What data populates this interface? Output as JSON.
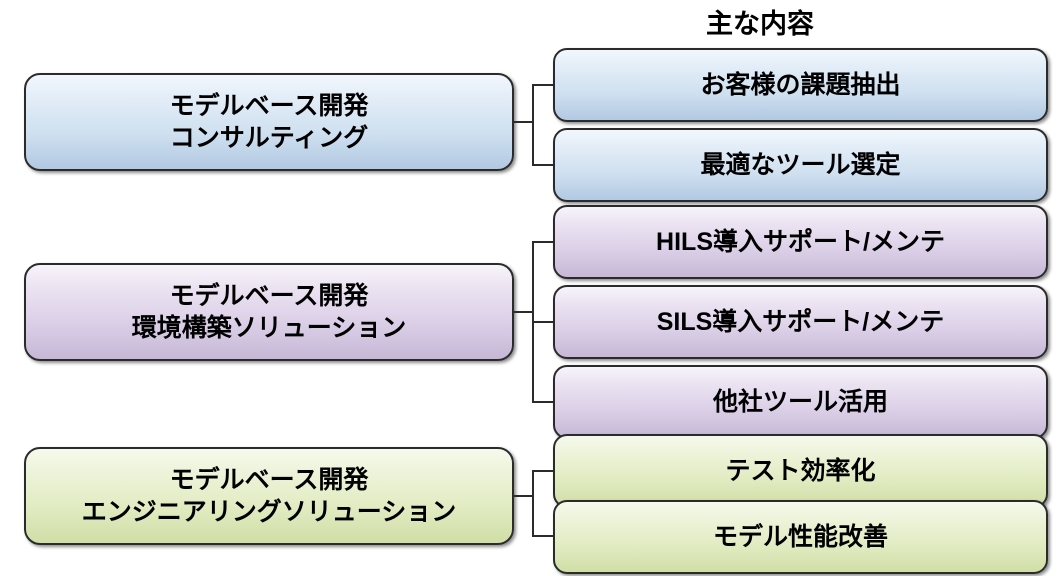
{
  "diagram": {
    "title_main": "主な内容",
    "colors": {
      "blue_top": "#f2f7fc",
      "blue_bottom": "#b2c9e2",
      "purple_top": "#f7f4fa",
      "purple_bottom": "#c6b8d6",
      "green_top": "#f6f9ec",
      "green_bottom": "#d0dea7",
      "outline": "#2b2b2b",
      "text": "#000000",
      "background": "#ffffff"
    },
    "groups": [
      {
        "id": "consulting",
        "theme": "blue",
        "category_label": "モデルベース開発\nコンサルティング",
        "details": [
          {
            "label": "お客様の課題抽出"
          },
          {
            "label": "最適なツール選定"
          }
        ]
      },
      {
        "id": "environment",
        "theme": "purple",
        "category_label": "モデルベース開発\n環境構築ソリューション",
        "details": [
          {
            "label": "HILS導入サポート/メンテ"
          },
          {
            "label": "SILS導入サポート/メンテ"
          },
          {
            "label": "他社ツール活用"
          }
        ]
      },
      {
        "id": "engineering",
        "theme": "green",
        "category_label": "モデルベース開発\nエンジニアリングソリューション",
        "details": [
          {
            "label": "テスト効率化"
          },
          {
            "label": "モデル性能改善"
          }
        ]
      }
    ]
  }
}
